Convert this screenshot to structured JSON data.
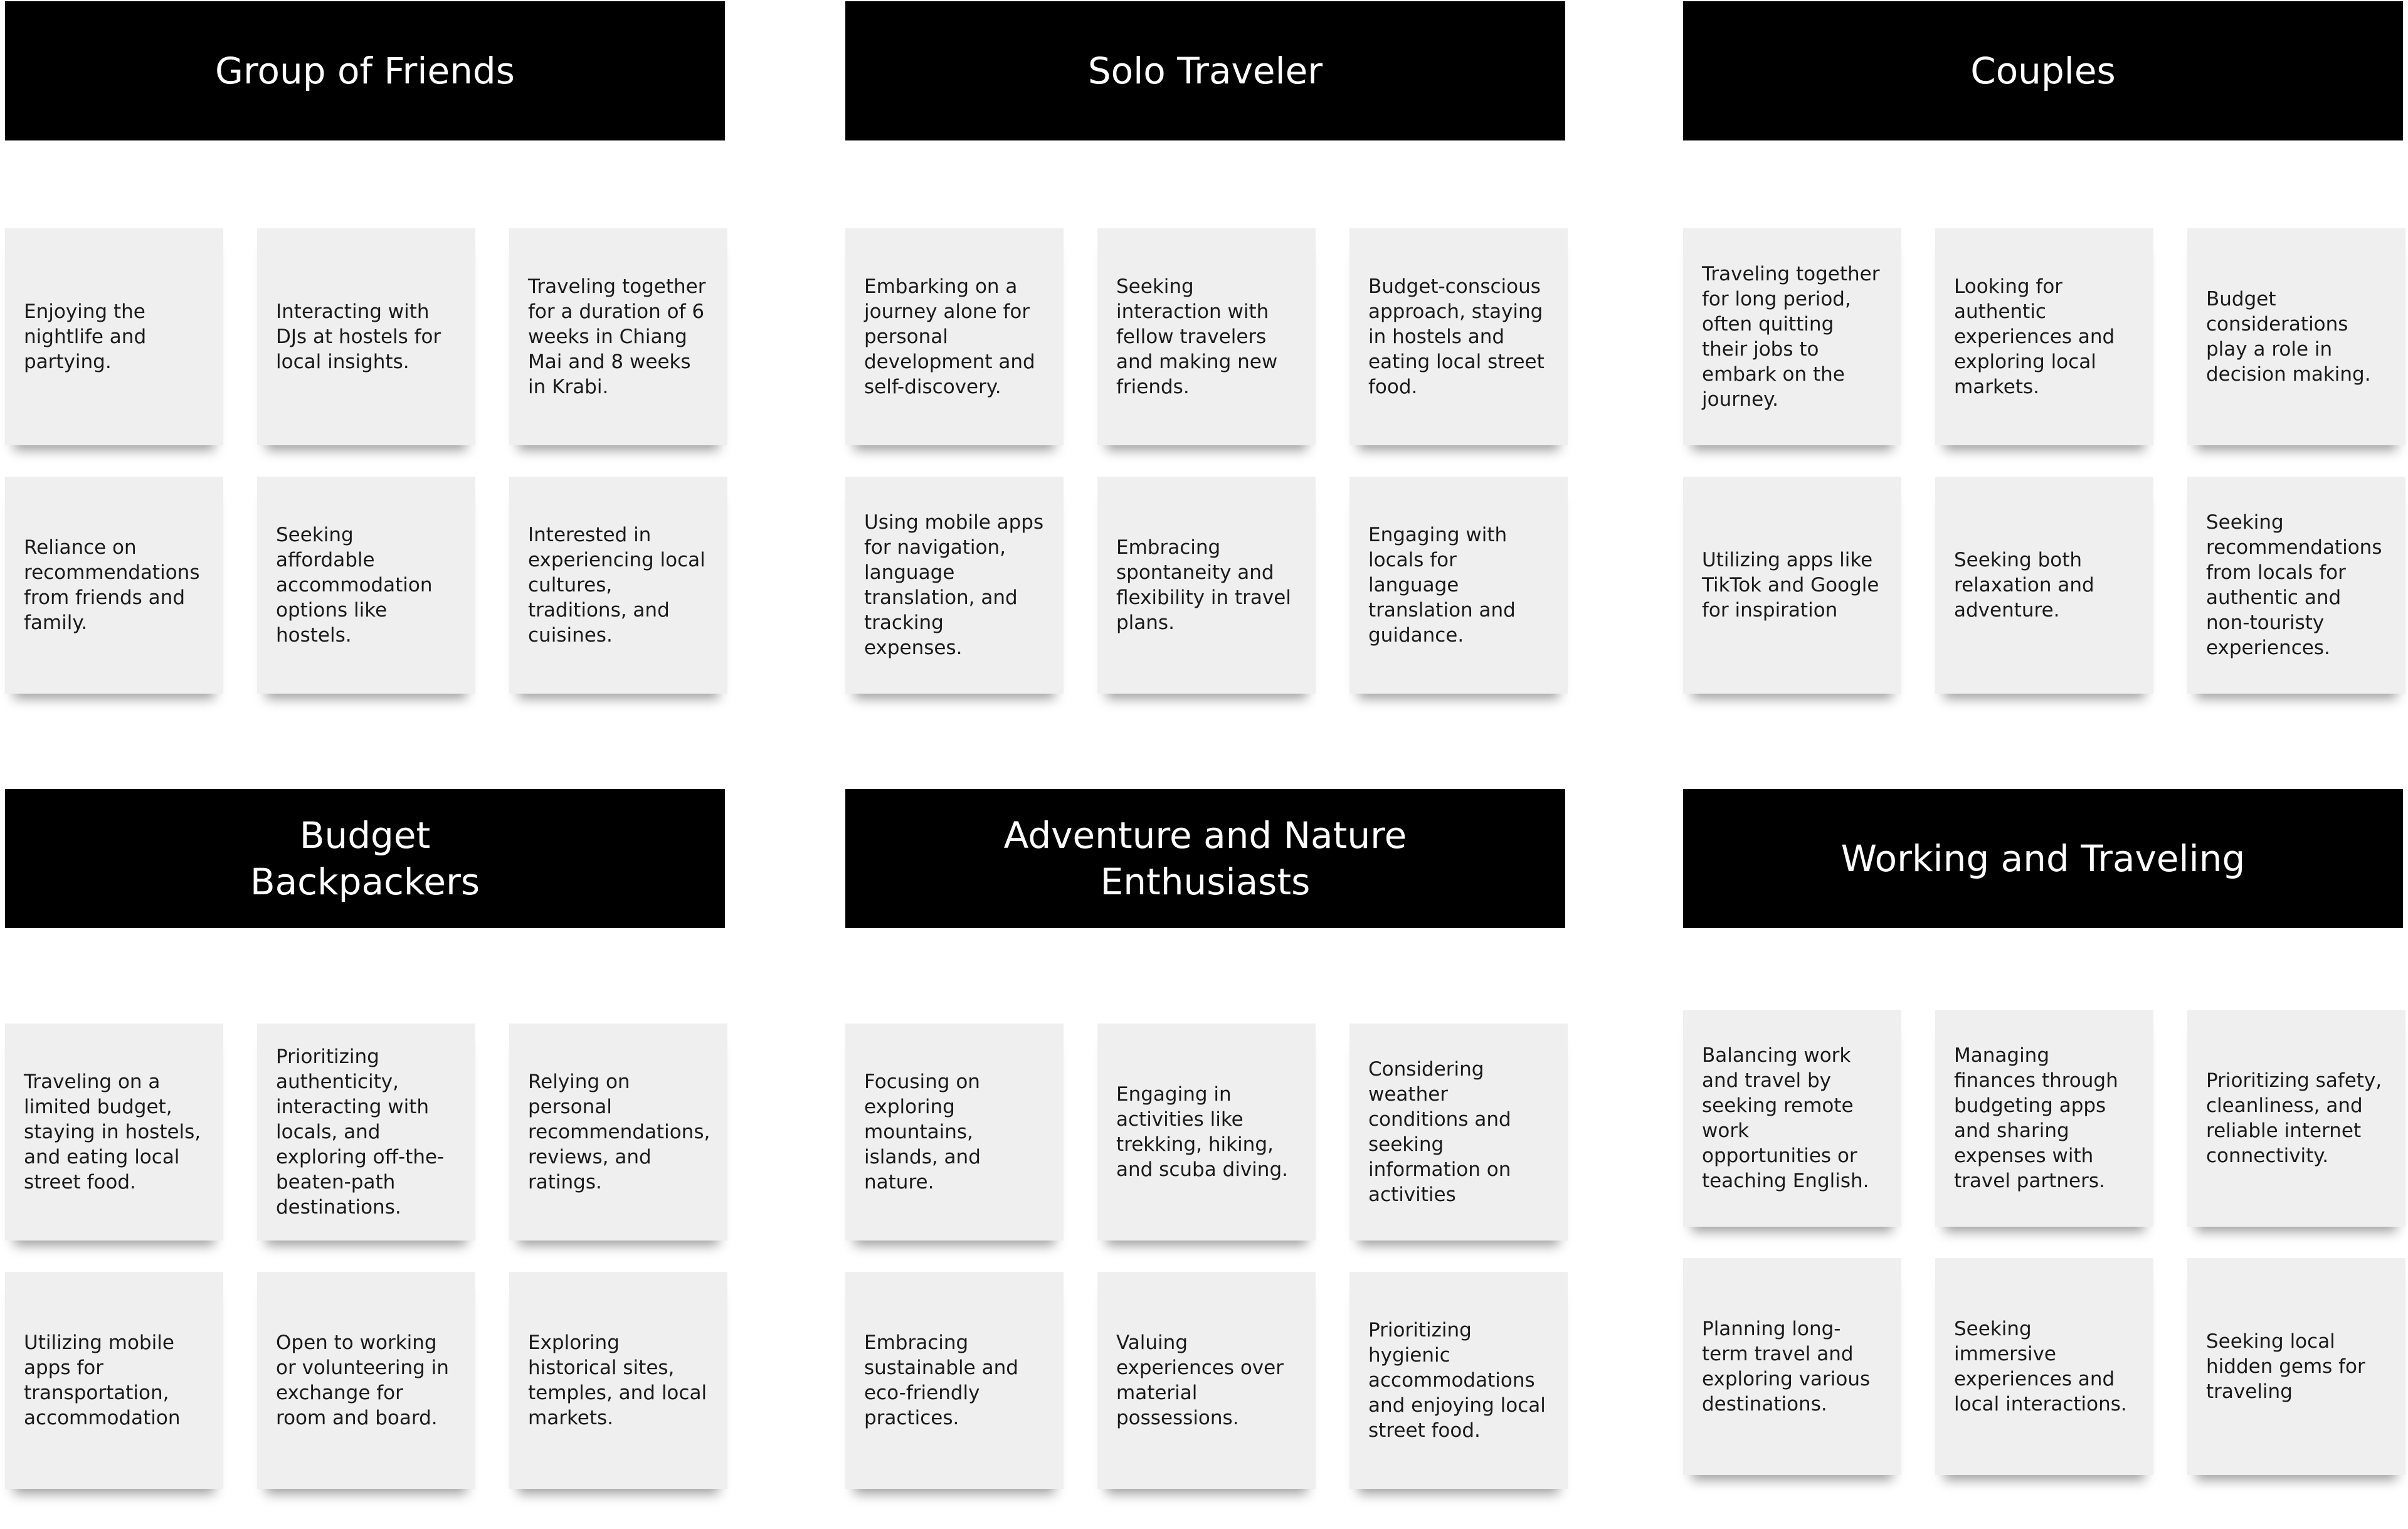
{
  "groups": [
    {
      "title": "Group of Friends",
      "notes": [
        "Enjoying the nightlife and partying.",
        "Interacting with DJs at hostels for local insights.",
        "Traveling together for a duration of 6 weeks in Chiang Mai and 8 weeks in Krabi.",
        "Reliance on recommendations from friends and family.",
        "Seeking affordable accommodation options like hostels.",
        "Interested in experiencing local cultures, traditions, and cuisines."
      ]
    },
    {
      "title": "Solo Traveler",
      "notes": [
        "Embarking on a journey alone for personal development and self-discovery.",
        "Seeking interaction with fellow travelers and making new friends.",
        "Budget-conscious approach, staying in hostels and eating local street food.",
        "Using mobile apps for navigation, language translation, and tracking expenses.",
        "Embracing spontaneity and flexibility in travel plans.",
        "Engaging with locals for language translation and guidance."
      ]
    },
    {
      "title": "Couples",
      "notes": [
        "Traveling together for long period, often quitting their jobs to embark on the journey.",
        "Looking for authentic experiences and exploring local markets.",
        "Budget considerations play a role in decision making.",
        "Utilizing apps like TikTok and Google for inspiration",
        "Seeking both relaxation and adventure.",
        "Seeking recommendations from locals for authentic and non-touristy experiences."
      ]
    },
    {
      "title": "Budget\nBackpackers",
      "notes": [
        "Traveling on a limited budget, staying in hostels, and eating local street food.",
        "Prioritizing authenticity, interacting with locals, and exploring off-the-beaten-path destinations.",
        "Relying on personal recommendations, reviews, and ratings.",
        "Utilizing mobile apps for transportation, accommodation",
        "Open to working or volunteering in exchange for room and board.",
        "Exploring historical sites, temples, and local markets."
      ]
    },
    {
      "title": "Adventure and Nature\nEnthusiasts",
      "notes": [
        "Focusing on exploring mountains, islands, and nature.",
        "Engaging in activities like trekking, hiking, and scuba diving.",
        "Considering weather conditions and seeking information on activities",
        "Embracing sustainable and eco-friendly practices.",
        "Valuing experiences over material possessions.",
        "Prioritizing hygienic accommodations and enjoying local street food."
      ]
    },
    {
      "title": "Working and Traveling",
      "notes": [
        "Balancing work and travel by seeking remote work opportunities or teaching English.",
        "Managing finances through budgeting apps and sharing expenses with travel partners.",
        "Prioritizing safety, cleanliness, and reliable internet connectivity.",
        "Planning long-term travel and exploring various destinations.",
        "Seeking immersive experiences and local interactions.",
        "Seeking local hidden gems for traveling"
      ]
    }
  ]
}
